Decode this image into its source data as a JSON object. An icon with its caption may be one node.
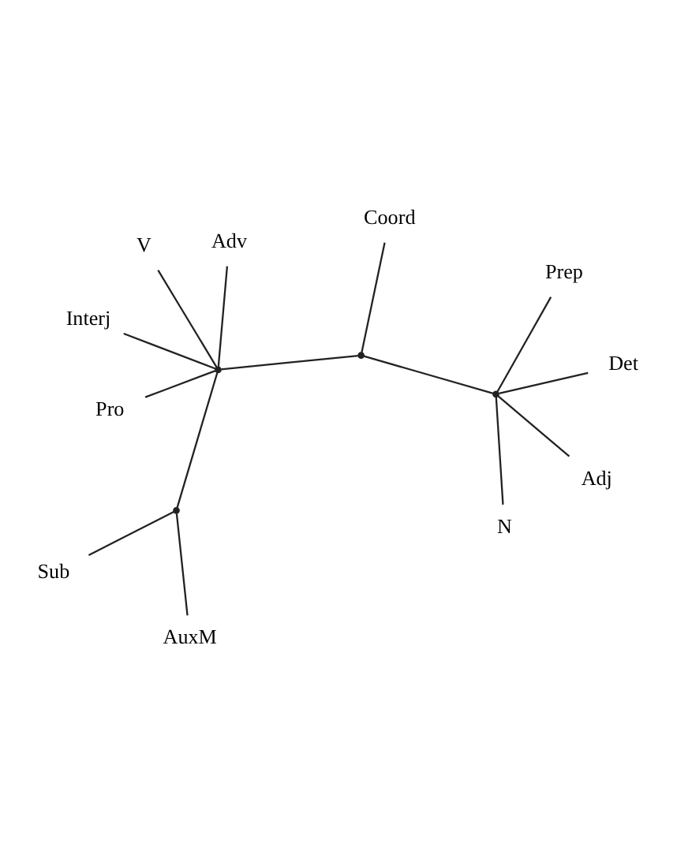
{
  "diagram": {
    "nodes": [
      {
        "text": [
          "Interj"
        ]
      },
      {
        "text": [
          "AuxM"
        ]
      },
      {
        "text": [
          "Sub"
        ]
      },
      {
        "text": [
          "V"
        ]
      },
      {
        "text": [
          "Adv"
        ]
      },
      {
        "text": [
          "Coord"
        ]
      },
      {
        "text": [
          "Pro"
        ]
      },
      {
        "text": [
          "Prep"
        ]
      },
      {
        "text": [
          "N"
        ]
      },
      {
        "text": [
          "Det"
        ]
      },
      {
        "text": [
          "Adj"
        ]
      },
      {
        "text": [],
        "shape": "point"
      },
      {
        "text": [],
        "shape": "point"
      },
      {
        "text": [],
        "shape": "point"
      },
      {
        "text": [],
        "shape": "point"
      }
    ],
    "edges": [
      {
        "from": 11,
        "to": 0,
        "arrow": "none"
      },
      {
        "from": 11,
        "to": 3,
        "arrow": "none"
      },
      {
        "from": 11,
        "to": 4,
        "arrow": "none"
      },
      {
        "from": 11,
        "to": 6,
        "arrow": "none"
      },
      {
        "from": 11,
        "to": 12,
        "arrow": "none"
      },
      {
        "from": 12,
        "to": 1,
        "arrow": "none"
      },
      {
        "from": 12,
        "to": 2,
        "arrow": "none"
      },
      {
        "from": 11,
        "to": 13,
        "arrow": "none"
      },
      {
        "from": 13,
        "to": 5,
        "arrow": "none"
      },
      {
        "from": 13,
        "to": 14,
        "arrow": "none"
      },
      {
        "from": 14,
        "to": 7,
        "arrow": "none"
      },
      {
        "from": 14,
        "to": 8,
        "arrow": "none"
      },
      {
        "from": 14,
        "to": 9,
        "arrow": "none"
      },
      {
        "from": 14,
        "to": 10,
        "arrow": "none"
      }
    ]
  }
}
